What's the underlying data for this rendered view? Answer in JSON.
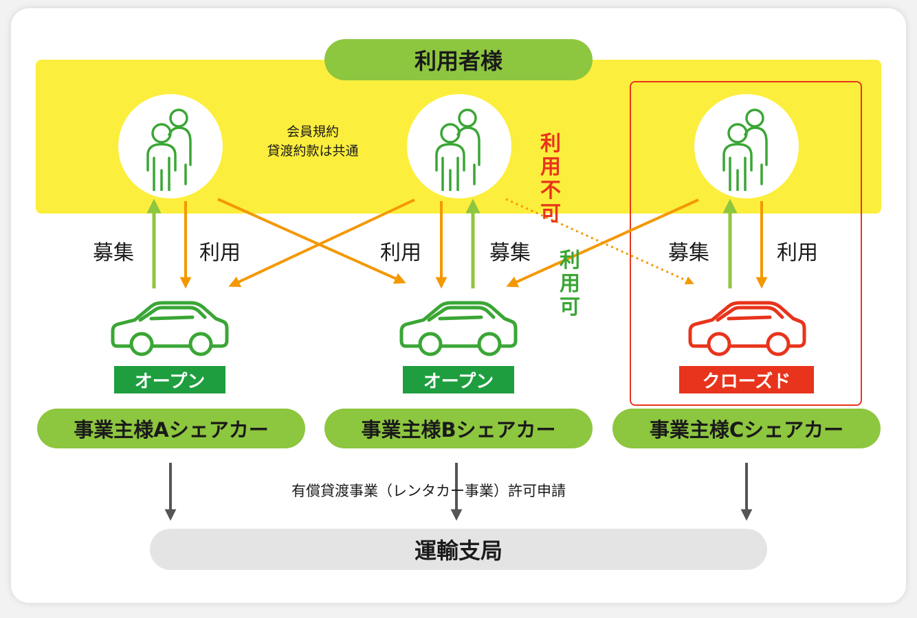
{
  "users_title": "利用者様",
  "note_lines": [
    "会員規約",
    "貸渡約款は共通"
  ],
  "labels": {
    "recruit": "募集",
    "use": "利用"
  },
  "vertical": {
    "not_allowed": [
      "利",
      "用",
      "不",
      "可"
    ],
    "allowed": [
      "利",
      "用",
      "可"
    ]
  },
  "status": {
    "open": "オープン",
    "closed": "クローズド"
  },
  "businesses": [
    "事業主様Aシェアカー",
    "事業主様Bシェアカー",
    "事業主様Cシェアカー"
  ],
  "permit_text": "有償貸渡事業（レンタカー事業）許可申請",
  "bureau": "運輸支局",
  "icons": [
    "users-icon",
    "car-icon"
  ],
  "colors": {
    "yellow": "#fcee3c",
    "light_green": "#8dc63f",
    "green": "#3aa635",
    "dark_green": "#1e9e3f",
    "orange": "#f39800",
    "red": "#e8341c",
    "gray": "#555555"
  }
}
